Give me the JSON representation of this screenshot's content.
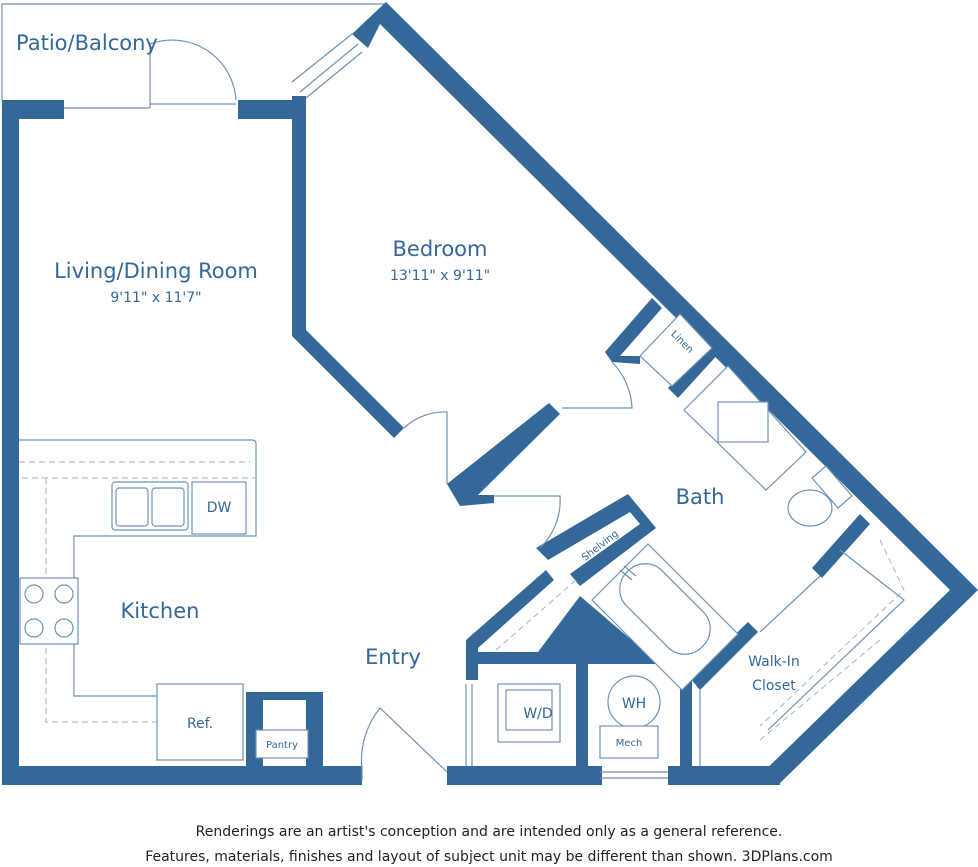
{
  "rooms": {
    "patio": "Patio/Balcony",
    "living_name": "Living/Dining Room",
    "living_dims": "9'11\" x 11'7\"",
    "bedroom_name": "Bedroom",
    "bedroom_dims": "13'11\" x 9'11\"",
    "bath": "Bath",
    "kitchen": "Kitchen",
    "entry": "Entry",
    "walkin_line1": "Walk-In",
    "walkin_line2": "Closet"
  },
  "fixtures": {
    "dw": "DW",
    "ref": "Ref.",
    "pantry": "Pantry",
    "wd": "W/D",
    "wh": "WH",
    "mech": "Mech",
    "linen": "Linen",
    "shelving": "Shelving"
  },
  "disclaimer": {
    "line1": "Renderings are an artist's conception and are intended only as a general reference.",
    "line2": "Features, materials, finishes and layout of subject unit may be different than shown. 3DPlans.com"
  },
  "colors": {
    "wall": "#336899",
    "text": "#336899",
    "line": "#6f92b7"
  }
}
